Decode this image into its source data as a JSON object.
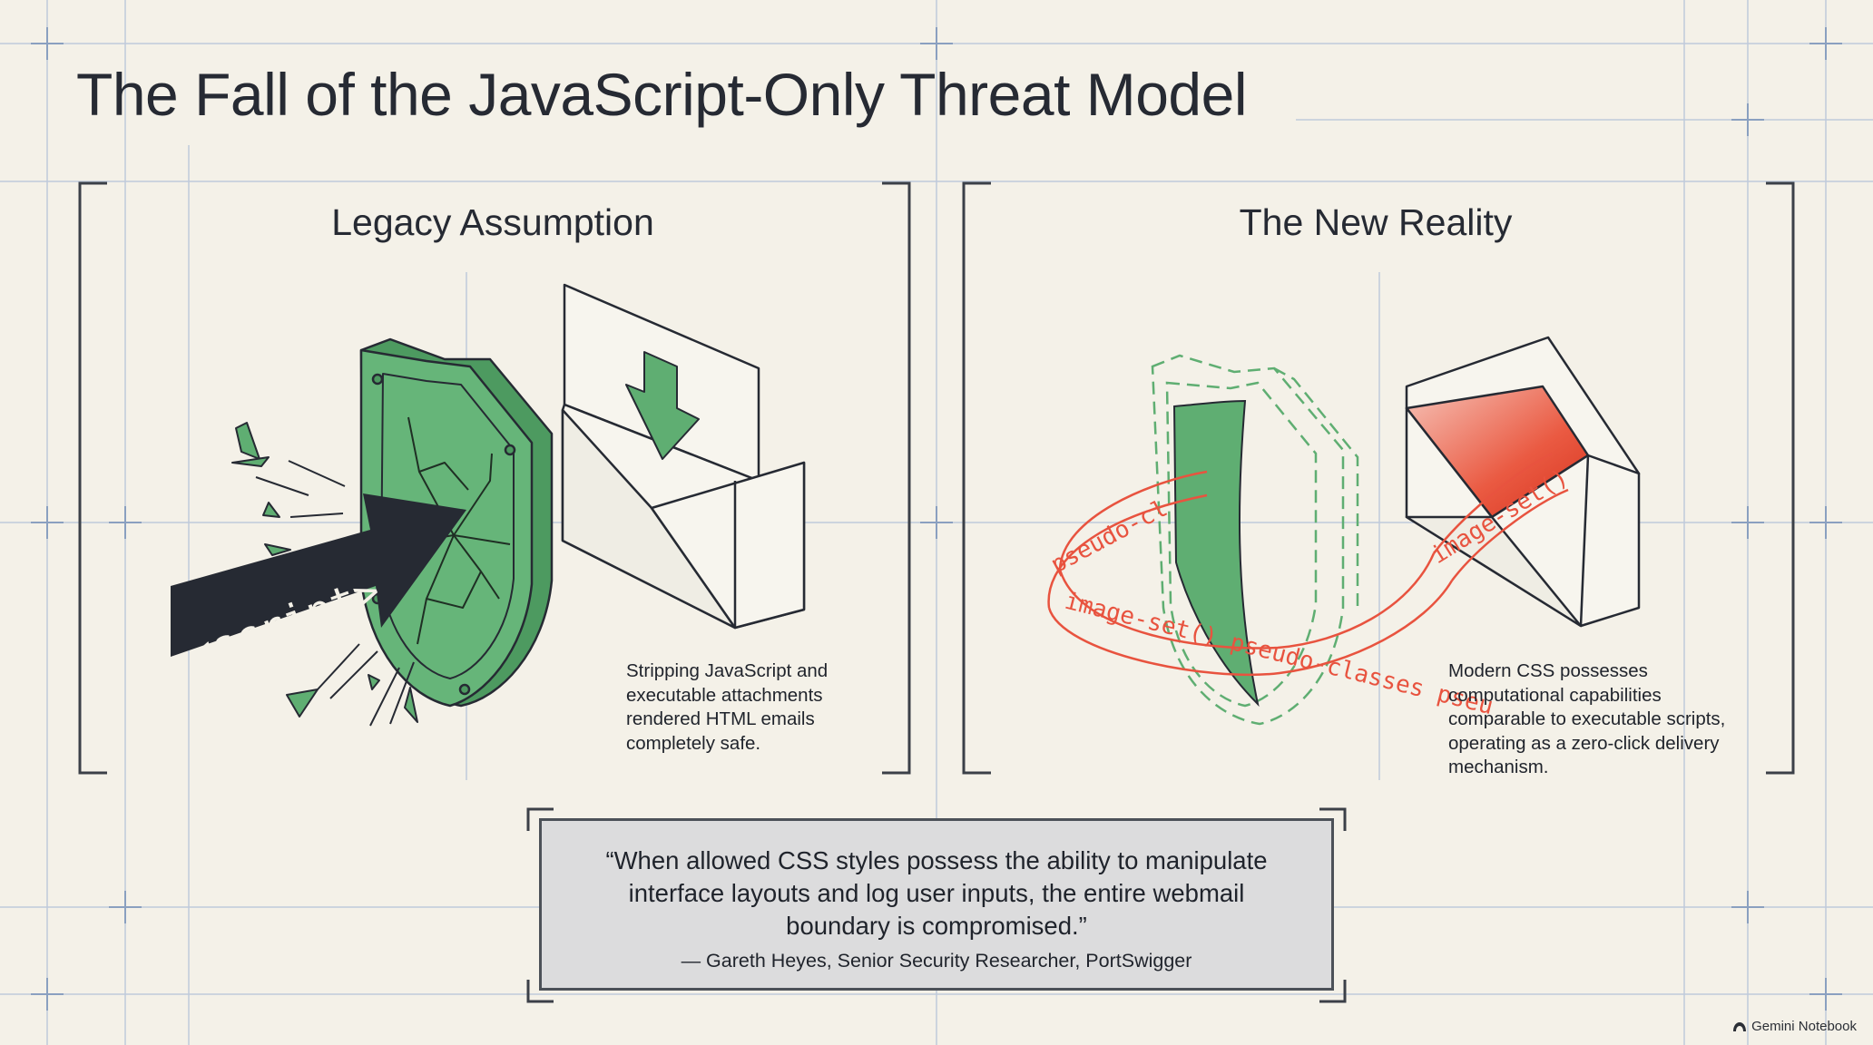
{
  "title": "The Fall of the JavaScript-Only Threat Model",
  "panels": {
    "left": {
      "heading": "Legacy Assumption",
      "arrow_label": "<script>",
      "caption": "Stripping JavaScript and executable attachments rendered HTML emails completely safe."
    },
    "right": {
      "heading": "The New Reality",
      "ribbon_labels": {
        "top_left": "pseudo-cl",
        "top_right": "image-set()",
        "bottom": "image-set() pseudo-classes pseu"
      },
      "caption": "Modern CSS possesses computational capabilities comparable to executable scripts, operating as a zero-click delivery mechanism."
    }
  },
  "quote": {
    "text": "“When allowed CSS styles possess the ability to manipulate interface layouts and log user inputs, the entire webmail boundary is compromised.”",
    "attribution": "— Gareth Heyes, Senior Security Researcher, PortSwigger"
  },
  "brand": "Gemini Notebook",
  "colors": {
    "background": "#f4f1e8",
    "green": "#5fae72",
    "red": "#e8533f",
    "dark": "#262a33",
    "grid": "#b9c6da"
  }
}
